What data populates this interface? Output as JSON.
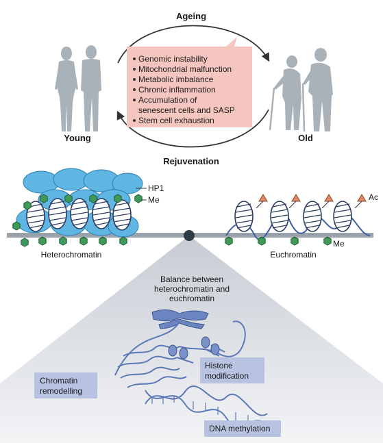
{
  "cycle": {
    "top_label": "Ageing",
    "bottom_label": "Rejuvenation",
    "left_label": "Young",
    "right_label": "Old",
    "hallmarks": [
      "Genomic instability",
      "Mitochondrial malfunction",
      "Metabolic imbalance",
      "Chronic inflammation",
      "Accumulation of",
      "senescent cells and SASP",
      "Stem cell exhaustion"
    ]
  },
  "chromatin": {
    "hp1_label": "HP1",
    "me_label_left": "Me",
    "ac_label": "Ac",
    "me_label_right": "Me",
    "heterochromatin_label": "Heterochromatin",
    "euchromatin_label": "Euchromatin"
  },
  "balance": {
    "title_lines": [
      "Balance between",
      "heterochromatin and",
      "euchromatin"
    ],
    "chromatin_remodelling": [
      "Chromatin",
      "remodelling"
    ],
    "histone_modification": [
      "Histone",
      "modification"
    ],
    "dna_methylation": "DNA methylation"
  },
  "colors": {
    "figure_gray": "#a9b1b9",
    "hallmark_box": "#f5c6bf",
    "hp1_blue": "#5fb6e2",
    "nucleosome": "#3f5fa3",
    "methyl_green": "#3f9a5a",
    "acetyl_orange": "#e0876a",
    "label_box": "#b7c3e0",
    "dna_blue": "#5b79b6"
  }
}
